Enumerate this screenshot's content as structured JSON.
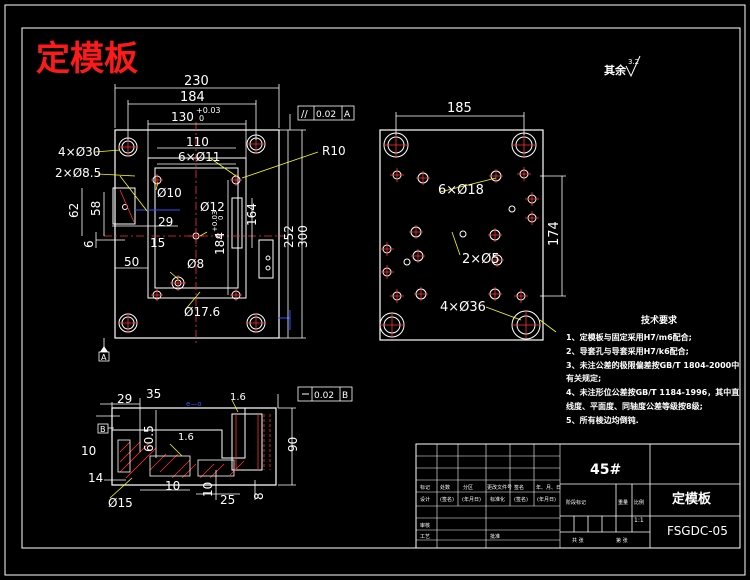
{
  "stamp_title": "定模板",
  "surface_note": {
    "prefix": "其余",
    "roughness": "3.2"
  },
  "front_view": {
    "dims": {
      "w230": "230",
      "w184": "184",
      "w130": "130",
      "tol_plus": "+0.03",
      "tol_zero": "0",
      "w110": "110",
      "d30": "4×Ø30",
      "d85": "2×Ø8.5",
      "d11": "6×Ø11",
      "r10": "R10",
      "d10": "Ø10",
      "d12": "Ø12",
      "d8": "Ø8",
      "d176": "Ø17.6",
      "h62": "62",
      "h58": "58",
      "h29": "29",
      "h15": "15",
      "h6": "6",
      "h50": "50",
      "v184": "184",
      "v164": "164",
      "v252": "252",
      "v300": "300",
      "v_tol": "+0.03",
      "v_tol0": "0"
    },
    "flatness": {
      "tol": "0.02",
      "datum": "A"
    },
    "datum_label": "A"
  },
  "side_view": {
    "dims": {
      "w185": "185",
      "d18": "6×Ø18",
      "d5": "2×Ø5",
      "d36": "4×Ø36",
      "v174": "174"
    }
  },
  "section_view": {
    "dims": {
      "d29": "29",
      "d35": "35",
      "d605": "60.5",
      "d10a": "10",
      "d14": "14",
      "d10b": "10",
      "d15": "Ø15",
      "d25": "25",
      "d10c": "10",
      "d8": "8",
      "d90": "90",
      "rough1": "1.6",
      "rough2": "1.6",
      "gap": "e—o"
    },
    "parallel": {
      "tol": "0.02",
      "datum": "B"
    },
    "datum_label": "B"
  },
  "tech_requirements": {
    "heading": "技术要求",
    "items": [
      "1、定模板与固定采用H7/m6配合;",
      "2、导套孔与导套采用H7/k6配合;",
      "3、未注公差的极限偏差按GB/T 1804-2000中",
      "   有关规定;",
      "4、未注形位公差按GB/T 1184-1996，其中直",
      "   线度、平面度、同轴度公差等级按8级;",
      "5、所有棱边均倒钝."
    ]
  },
  "title_block": {
    "material": "45#",
    "part_name": "定模板",
    "drawing_no": "FSGDC-05",
    "scale": "1:1",
    "row_labels_1": [
      "标记",
      "处数",
      "分区",
      "更改文件号",
      "签名",
      "年、月、日"
    ],
    "row_labels_2": [
      "设计",
      "(签名)",
      "(年月日)",
      "标准化",
      "(签名)",
      "(年月日)"
    ],
    "row_labels_3": [
      "审核",
      "工艺",
      "批准"
    ],
    "stage_labels": [
      "阶段标记",
      "重量",
      "比例"
    ],
    "sheet_labels": [
      "共 张",
      "第 张"
    ]
  }
}
